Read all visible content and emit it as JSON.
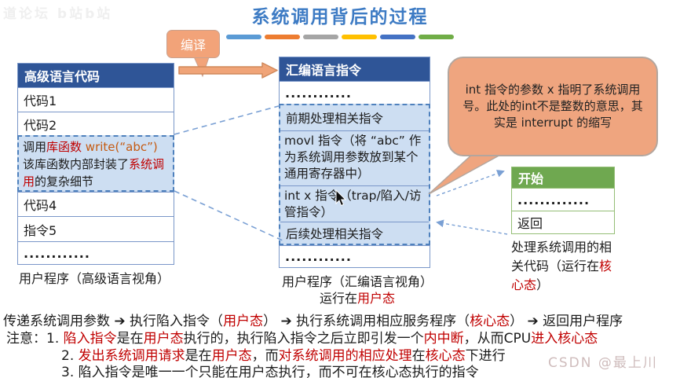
{
  "watermarks": {
    "top_left": "道论坛 b站b站",
    "bottom_right": "CSDN @最上川"
  },
  "title": "系统调用背后的过程",
  "title_underline_colors": [
    "#5B9BD5",
    "#ED7D31",
    "#A5A5A5",
    "#FFC000",
    "#4472C4",
    "#70AD47"
  ],
  "compile_bubble": {
    "label": "编译"
  },
  "left_table": {
    "header": "高级语言代码",
    "row1": "代码1",
    "row2": "代码2",
    "highlight_rich": [
      {
        "text": "调用"
      },
      {
        "text": "库函数",
        "cls": "red"
      },
      {
        "text": " write(“abc”)",
        "cls": "orange"
      },
      {
        "text": "该库函数内部封装了"
      },
      {
        "text": "系统调用",
        "cls": "red"
      },
      {
        "text": "的复杂细节"
      }
    ],
    "row4": "代码4",
    "row5": "指令5",
    "row6": "............",
    "caption": "用户程序（高级语言视角）"
  },
  "middle_table": {
    "header": "汇编语言指令",
    "top_row": "............",
    "hl_row1": "前期处理相关指令",
    "hl_row2": "movl 指令（将 “abc” 作为系统调用参数放到某个通用寄存器中）",
    "hl_row3": "int x 指令（trap/陷入/访管指令）",
    "hl_row4": "后续处理相关指令",
    "bottom_row": "............",
    "caption_line1": "用户程序（汇编语言视角）",
    "caption_line2_rich": [
      {
        "text": "运行在"
      },
      {
        "text": "用户态",
        "cls": "red"
      }
    ]
  },
  "int_bubble": {
    "text": "int 指令的参数 x 指明了系统调用号。此处的int不是整数的意思，其实是 interrupt 的缩写"
  },
  "kernel_table": {
    "header": "开始",
    "row1": ".............",
    "row2": "返回",
    "caption_rich": [
      {
        "text": "处理系统调用的相关代码（运行在"
      },
      {
        "text": "核心态",
        "cls": "red"
      },
      {
        "text": "）"
      }
    ]
  },
  "bottom": {
    "line1_rich": [
      {
        "text": "传递系统调用参数 "
      },
      {
        "text": "➔",
        "cls": "arrow"
      },
      {
        "text": " 执行陷入指令（"
      },
      {
        "text": "用户态",
        "cls": "red"
      },
      {
        "text": "） "
      },
      {
        "text": "➔",
        "cls": "arrow"
      },
      {
        "text": " 执行系统调用相应服务程序（"
      },
      {
        "text": "核心态",
        "cls": "red"
      },
      {
        "text": "） "
      },
      {
        "text": "➔",
        "cls": "arrow"
      },
      {
        "text": " 返回用户程序"
      }
    ],
    "note_label": "注意：",
    "notes": [
      [
        {
          "text": "1. "
        },
        {
          "text": "陷入指令",
          "cls": "red"
        },
        {
          "text": "是在"
        },
        {
          "text": "用户态",
          "cls": "red"
        },
        {
          "text": "执行的，执行陷入指令之后立即引发一个"
        },
        {
          "text": "内中断",
          "cls": "red"
        },
        {
          "text": "，从而CPU"
        },
        {
          "text": "进入核心态",
          "cls": "red"
        }
      ],
      [
        {
          "text": "2. "
        },
        {
          "text": "发出系统调用请求",
          "cls": "red"
        },
        {
          "text": "是在"
        },
        {
          "text": "用户态",
          "cls": "red"
        },
        {
          "text": "，而"
        },
        {
          "text": "对系统调用的相应处理",
          "cls": "red"
        },
        {
          "text": "在"
        },
        {
          "text": "核心态",
          "cls": "red"
        },
        {
          "text": "下进行"
        }
      ],
      [
        {
          "text": "3. 陷入指令是唯一一个只能在用户态执行，而不可在核心态执行的指令"
        }
      ]
    ]
  },
  "colors": {
    "title_blue": "#3D7BC4",
    "header_blue": "#2F5597",
    "highlight_fill": "#CDDEF2",
    "dashed_border": "#4F81BD",
    "table_border": "#7A97C9",
    "green_header": "#6FA850",
    "green_border": "#94BE76",
    "bubble_fill": "#EFA57F",
    "arrow_fill": "#F0A478",
    "red_text": "#C00000",
    "orange_code": "#C55A11",
    "connector_blue": "#7AA0D4"
  }
}
